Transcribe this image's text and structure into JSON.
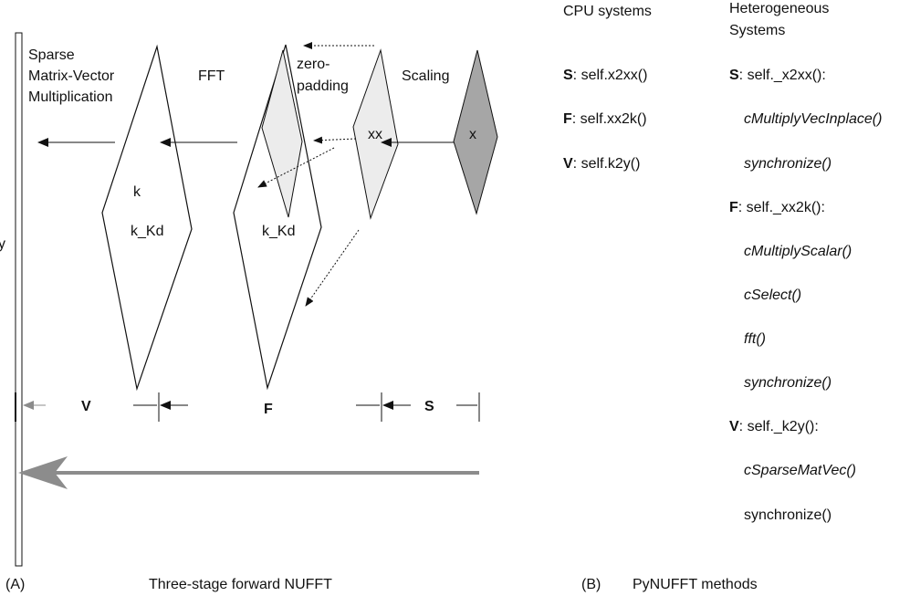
{
  "panel_a": {
    "stage_labels": {
      "sparse": [
        "Sparse",
        "Matrix-Vector",
        "Multiplication"
      ],
      "fft": "FFT",
      "zero_padding": [
        "zero-",
        "padding"
      ],
      "scaling": "Scaling"
    },
    "array_labels": {
      "y": "y",
      "k": "k",
      "k_kd_left": "k_Kd",
      "k_kd_mid": "k_Kd",
      "xx": "xx",
      "x": "x"
    },
    "interval_labels": {
      "v": "V",
      "f": "F",
      "s": "S"
    },
    "caption_tag": "(A)",
    "caption": "Three-stage forward NUFFT"
  },
  "panel_b": {
    "cpu_heading": "CPU systems",
    "cpu_items": [
      {
        "key": "S",
        "text": ": self.x2xx()"
      },
      {
        "key": "F",
        "text": ": self.xx2k()"
      },
      {
        "key": "V",
        "text": ": self.k2y()"
      }
    ],
    "hetero_heading": [
      "Heterogeneous",
      "Systems"
    ],
    "hetero_groups": [
      {
        "key": "S",
        "text": ": self._x2xx():",
        "calls": [
          "cMultiplyVecInplace()",
          "synchronize()"
        ]
      },
      {
        "key": "F",
        "text": ": self._xx2k():",
        "calls": [
          "cMultiplyScalar()",
          "cSelect()",
          "fft()",
          "synchronize()"
        ]
      },
      {
        "key": "V",
        "text": ": self._k2y():",
        "calls": [
          "cSparseMatVec()"
        ]
      }
    ],
    "hetero_last": "synchronize()",
    "caption_tag": "(B)",
    "caption": "PyNUFFT methods"
  },
  "colors": {
    "stroke": "#111111",
    "light_fill": "#ececec",
    "dark_fill": "#a6a6a6",
    "gray_arrow": "#8c8c8c"
  }
}
